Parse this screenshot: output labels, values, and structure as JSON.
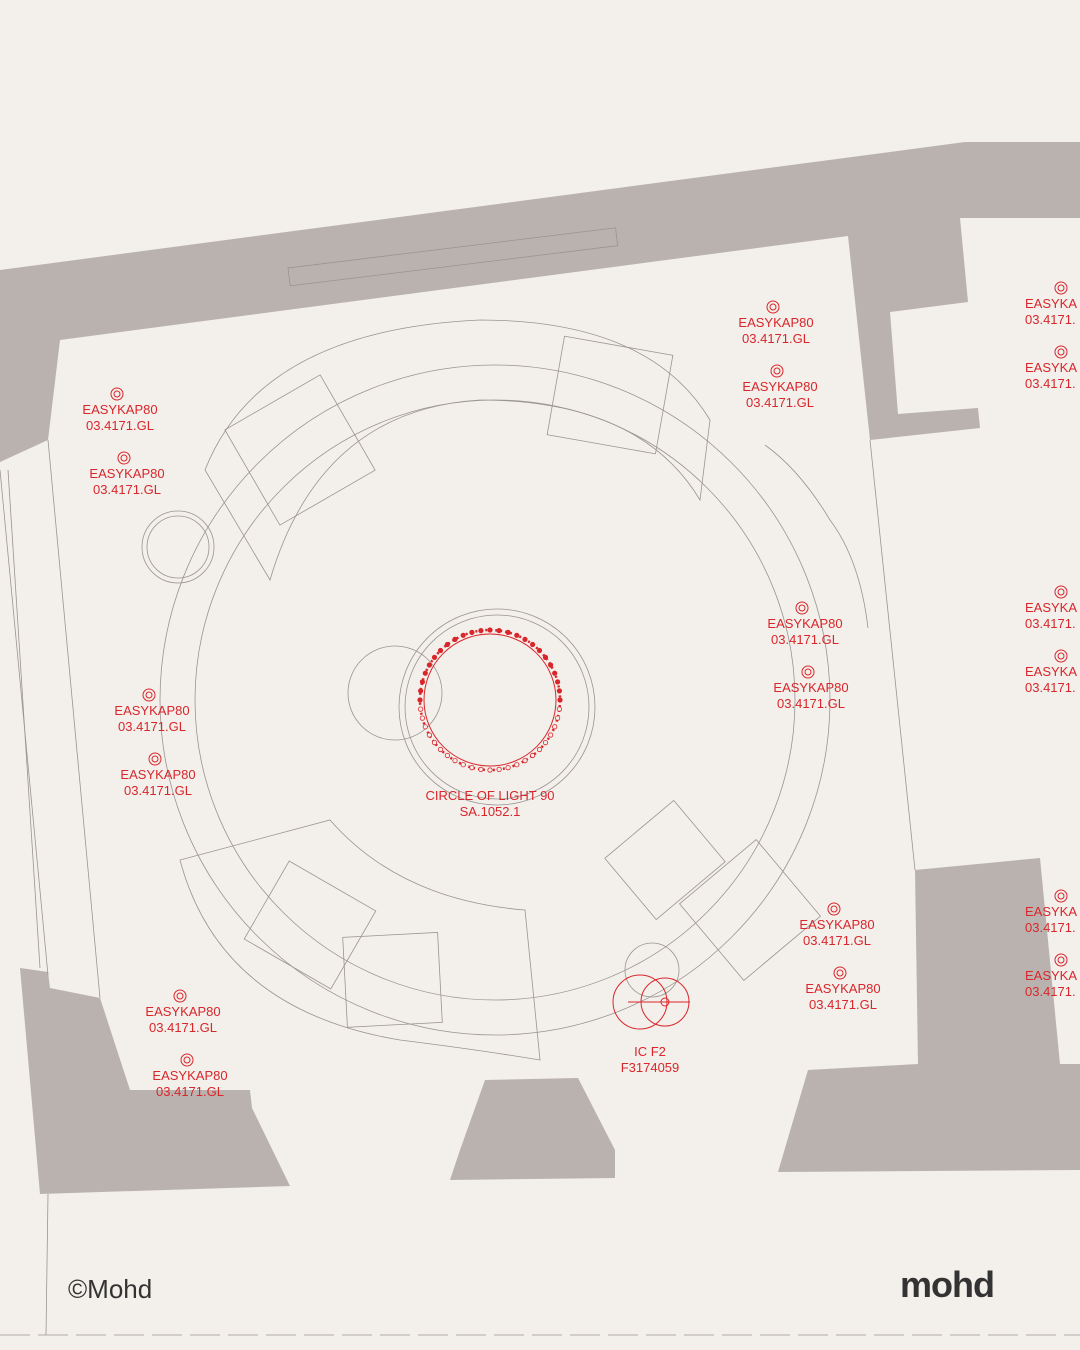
{
  "colors": {
    "background": "#f3efeb",
    "wall": "#bab2ae",
    "fixture": "#d9262b",
    "line": "#9a9492"
  },
  "fixtures": [
    {
      "name": "EASYKAP80",
      "code": "03.4171.GL"
    },
    {
      "name": "EASYKAP80",
      "code": "03.4171.GL"
    },
    {
      "name": "EASYKAP80",
      "code": "03.4171.GL"
    },
    {
      "name": "EASYKAP80",
      "code": "03.4171.GL"
    },
    {
      "name": "EASYKAP80",
      "code": "03.4171.GL"
    },
    {
      "name": "EASYKAP80",
      "code": "03.4171.GL"
    },
    {
      "name": "EASYKAP80",
      "code": "03.4171.GL"
    },
    {
      "name": "EASYKAP80",
      "code": "03.4171.GL"
    },
    {
      "name": "EASYKAP80",
      "code": "03.4171.GL"
    },
    {
      "name": "EASYKAP80",
      "code": "03.4171.GL"
    },
    {
      "name": "EASYKAP80",
      "code": "03.4171.GL"
    },
    {
      "name": "EASYKAP80",
      "code": "03.4171.GL"
    }
  ],
  "edge_fixtures": [
    {
      "name": "EASYKA",
      "code": "03.4171."
    },
    {
      "name": "EASYKA",
      "code": "03.4171."
    },
    {
      "name": "EASYKA",
      "code": "03.4171."
    },
    {
      "name": "EASYKA",
      "code": "03.4171."
    },
    {
      "name": "EASYKA",
      "code": "03.4171."
    },
    {
      "name": "EASYKA",
      "code": "03.4171."
    }
  ],
  "circle_of_light": {
    "name": "CIRCLE OF LIGHT 90",
    "code": "SA.1052.1"
  },
  "ic_f2": {
    "name": "IC F2",
    "code": "F3174059"
  },
  "copyright": "©Mohd",
  "logo": "mohd"
}
